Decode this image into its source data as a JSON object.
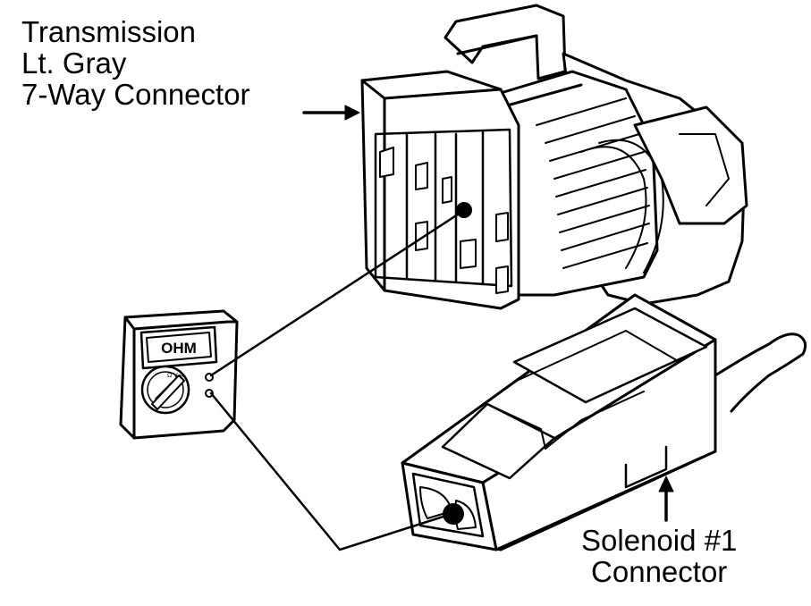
{
  "labels": {
    "transmission_connector": [
      "Transmission",
      "Lt. Gray",
      "7-Way Connector"
    ],
    "solenoid_connector": [
      "Solenoid #1",
      "Connector"
    ]
  },
  "meter": {
    "display_text": "OHM",
    "selector_text": "Ω  V  A"
  },
  "colors": {
    "ink": "#000000",
    "paper": "#ffffff"
  }
}
